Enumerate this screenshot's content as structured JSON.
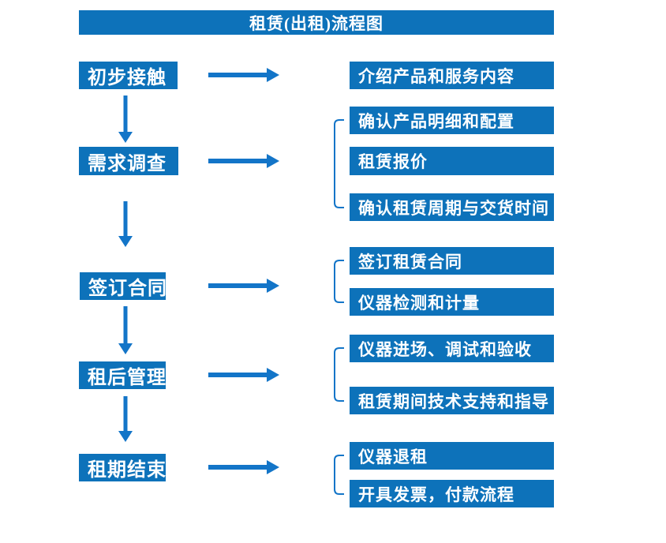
{
  "title": "租赁(出租)流程图",
  "colors": {
    "box": "#0d72ba",
    "arrow": "#1375c8",
    "text": "#ffffff",
    "background": "#ffffff"
  },
  "stages": [
    {
      "label": "初步接触",
      "details": [
        "介绍产品和服务内容"
      ]
    },
    {
      "label": "需求调查",
      "details": [
        "确认产品明细和配置",
        "租赁报价",
        "确认租赁周期与交货时间"
      ]
    },
    {
      "label": "签订合同",
      "details": [
        "签订租赁合同",
        "仪器检测和计量"
      ]
    },
    {
      "label": "租后管理",
      "details": [
        "仪器进场、调试和验收",
        "租赁期间技术支持和指导"
      ]
    },
    {
      "label": "租期结束",
      "details": [
        "仪器退租",
        "开具发票，付款流程"
      ]
    }
  ]
}
